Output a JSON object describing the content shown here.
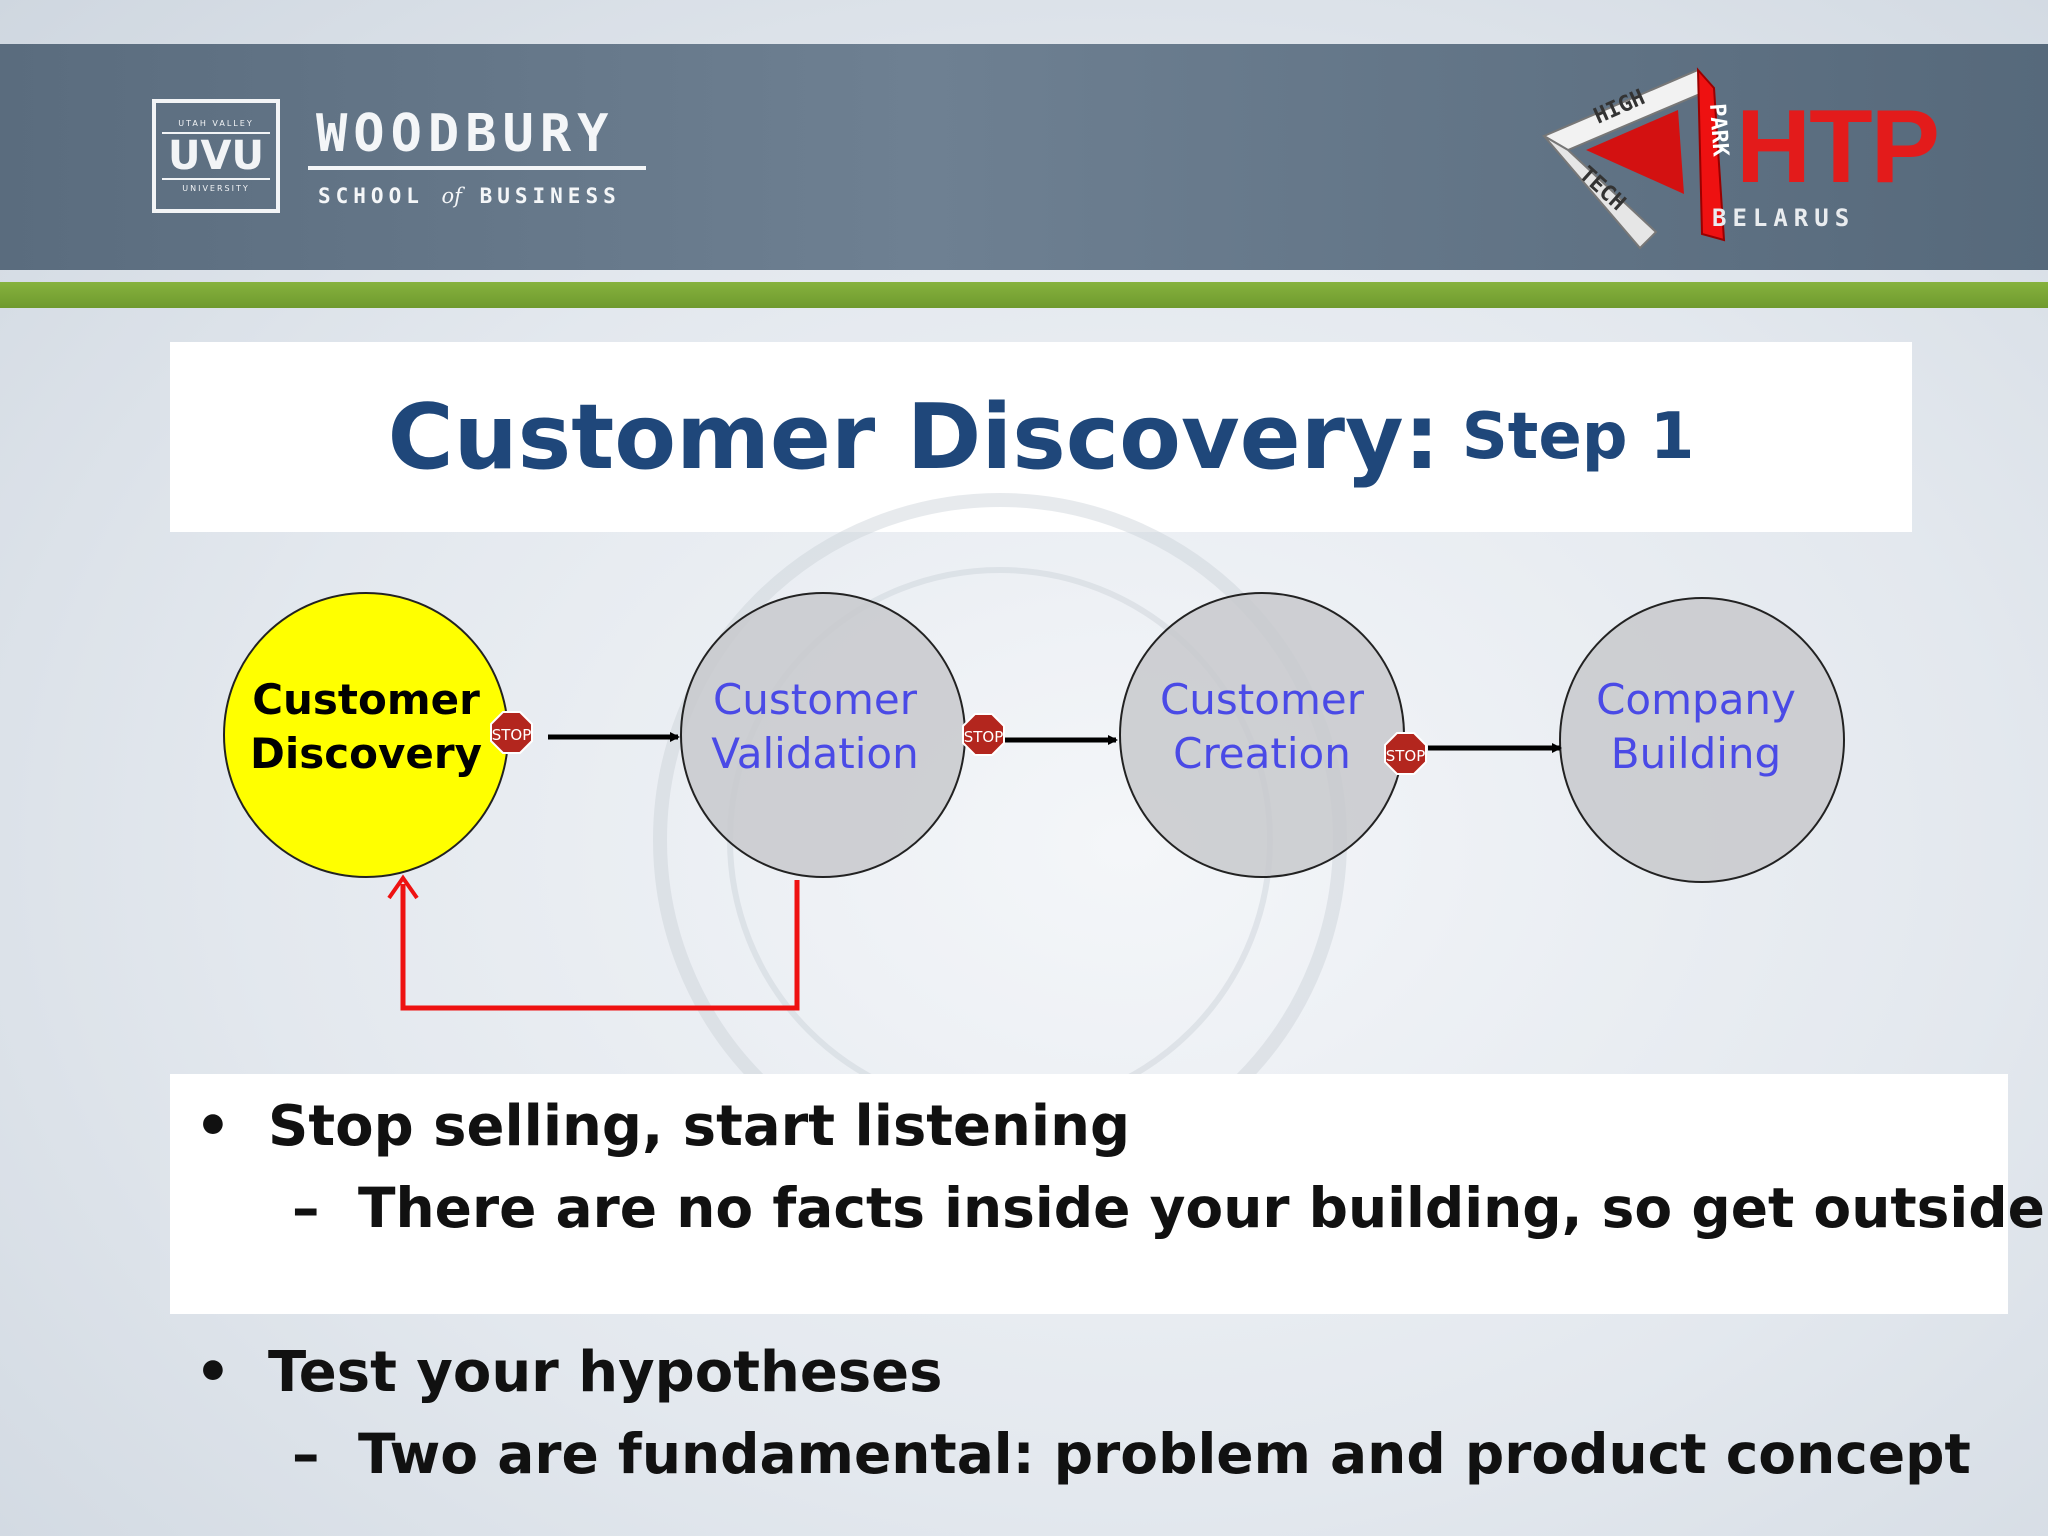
{
  "header": {
    "uvu_top": "UTAH VALLEY",
    "uvu_mark": "UVU",
    "uvu_bottom": "UNIVERSITY",
    "school_name": "WOODBURY",
    "school_sub_pre": "SCHOOL",
    "school_sub_of": "of",
    "school_sub_post": "BUSINESS",
    "htp_text": "HTP",
    "htp_country": "BELARUS",
    "htp_word1": "HIGH",
    "htp_word2": "TECH",
    "htp_word3": "PARK"
  },
  "title": {
    "main": "Customer Discovery:",
    "step": "Step 1"
  },
  "diagram": {
    "stages": [
      {
        "line1": "Customer",
        "line2": "Discovery",
        "active": true
      },
      {
        "line1": "Customer",
        "line2": "Validation",
        "active": false
      },
      {
        "line1": "Customer",
        "line2": "Creation",
        "active": false
      },
      {
        "line1": "Company",
        "line2": "Building",
        "active": false
      }
    ],
    "stop_label": "STOP",
    "colors": {
      "active_fill": "#ffff00",
      "inactive_fill": "#c8c9cc",
      "inactive_text": "#4a4ae6",
      "feedback_arrow": "#ee1111",
      "stop_sign": "#b3261e"
    }
  },
  "bullets": [
    {
      "text": "Stop selling, start listening",
      "level": 1
    },
    {
      "text": "There are no facts inside your building, so get outside",
      "level": 2
    },
    {
      "text": "Test your hypotheses",
      "level": 1
    },
    {
      "text": "Two are fundamental: problem and product concept",
      "level": 2
    }
  ],
  "markers": {
    "level1": "•",
    "level2": "–"
  }
}
